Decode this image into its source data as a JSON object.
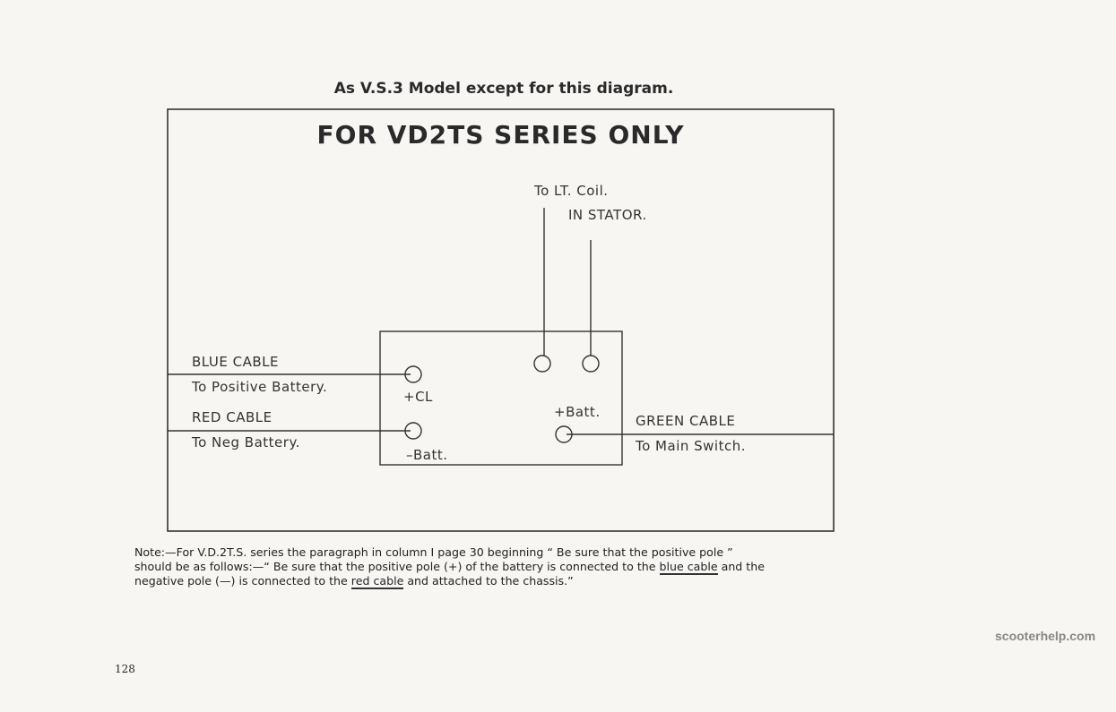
{
  "heading": "As V.S.3 Model except for this diagram.",
  "title": "FOR VD2TS SERIES ONLY",
  "labels": {
    "lt_coil": "To LT. Coil.",
    "in_stator": "IN STATOR.",
    "blue_cable": "BLUE CABLE",
    "to_positive": "To Positive Battery.",
    "plus_cl": "+CL",
    "red_cable": "RED CABLE",
    "to_neg": "To Neg Battery.",
    "minus_batt": "–Batt.",
    "plus_batt": "+Batt.",
    "green_cable": "GREEN CABLE",
    "to_main_switch": "To Main Switch."
  },
  "note": {
    "line1": "Note:—For V.D.2T.S. series the paragraph in column I page 30 beginning “ Be sure that the positive pole ”",
    "line2_a": "should be as follows:—“ Be sure that the positive pole (+) of the battery is connected to the ",
    "line2_u": "blue cable",
    "line2_b": " and the",
    "line3_a": "negative pole (—) is connected to the ",
    "line3_u": "red cable",
    "line3_b": " and attached to the chassis.”"
  },
  "page_number": "128",
  "watermark": "scooterhelp.com"
}
